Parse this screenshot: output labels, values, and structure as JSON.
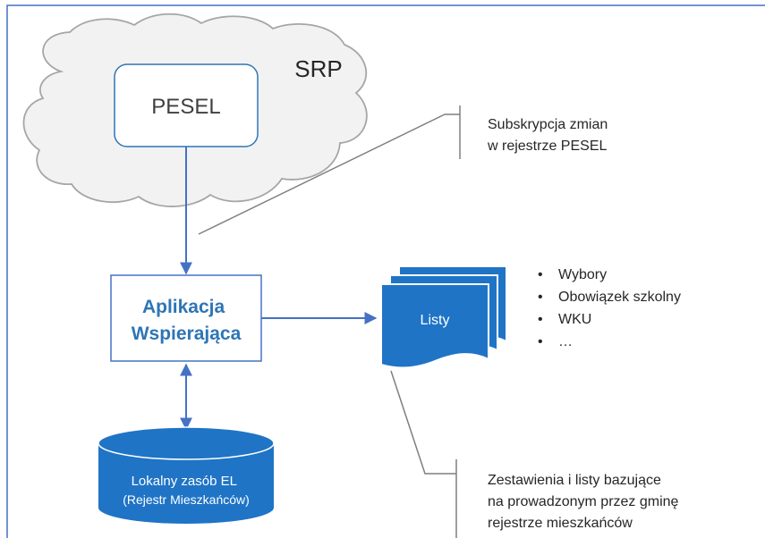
{
  "cloud": {
    "label": "SRP"
  },
  "pesel": {
    "label": "PESEL"
  },
  "callout_subscription": {
    "lines": [
      "Subskrypcja zmian",
      "w rejestrze PESEL"
    ]
  },
  "app": {
    "lines": [
      "Aplikacja",
      "Wspierająca"
    ]
  },
  "lists": {
    "label": "Listy"
  },
  "bullets": [
    "Wybory",
    "Obowiązek szkolny",
    "WKU",
    "…"
  ],
  "database": {
    "lines": [
      "Lokalny zasób EL",
      "(Rejestr Mieszkańców)"
    ]
  },
  "callout_reports": {
    "lines": [
      "Zestawienia i listy bazujące",
      "na prowadzonym przez gminę",
      "rejestrze mieszkańców"
    ]
  },
  "colors": {
    "frame": "#4472c4",
    "blue": "#1f74c6",
    "app_text": "#2e75b6",
    "cloud_fill": "#f2f2f2",
    "cloud_stroke": "#a6a6a6",
    "callout_line": "#7f7f7f",
    "text": "#262626"
  }
}
